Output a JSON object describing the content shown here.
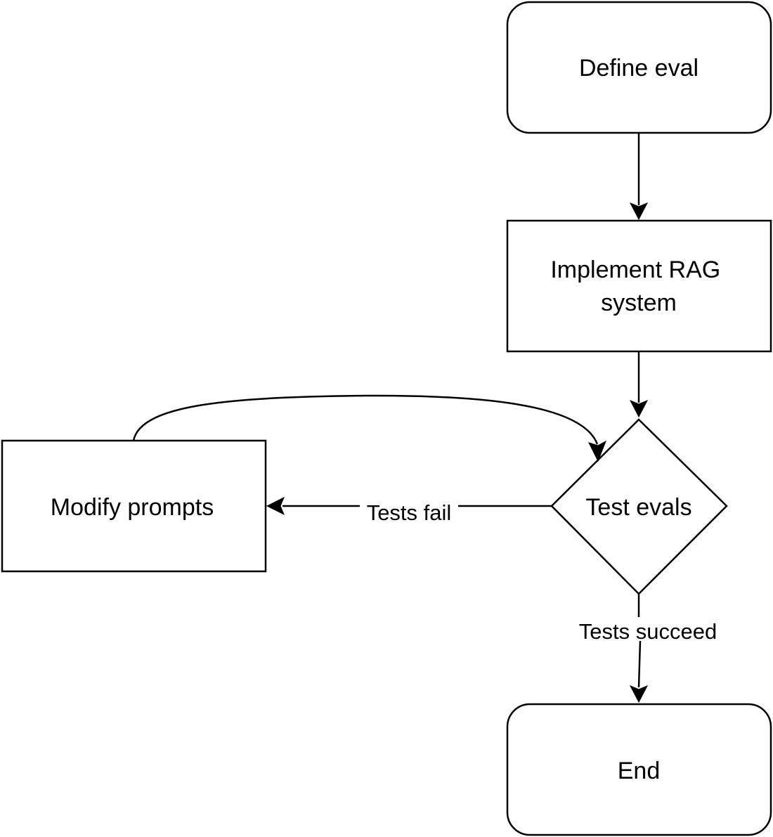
{
  "diagram": {
    "nodes": {
      "define_eval": {
        "label": "Define eval",
        "shape": "rounded-rectangle"
      },
      "implement_rag": {
        "label_lines": [
          "Implement RAG",
          "system"
        ],
        "shape": "rectangle"
      },
      "test_evals": {
        "label": "Test evals",
        "shape": "diamond"
      },
      "modify_prompts": {
        "label": "Modify prompts",
        "shape": "rectangle"
      },
      "end": {
        "label": "End",
        "shape": "rounded-rectangle"
      }
    },
    "edges": [
      {
        "from": "define_eval",
        "to": "implement_rag",
        "label": ""
      },
      {
        "from": "implement_rag",
        "to": "test_evals",
        "label": ""
      },
      {
        "from": "test_evals",
        "to": "modify_prompts",
        "label": "Tests fail"
      },
      {
        "from": "modify_prompts",
        "to": "test_evals",
        "label": ""
      },
      {
        "from": "test_evals",
        "to": "end",
        "label": "Tests succeed"
      }
    ],
    "colors": {
      "stroke": "#000000",
      "fill": "#ffffff",
      "text": "#000000"
    }
  }
}
